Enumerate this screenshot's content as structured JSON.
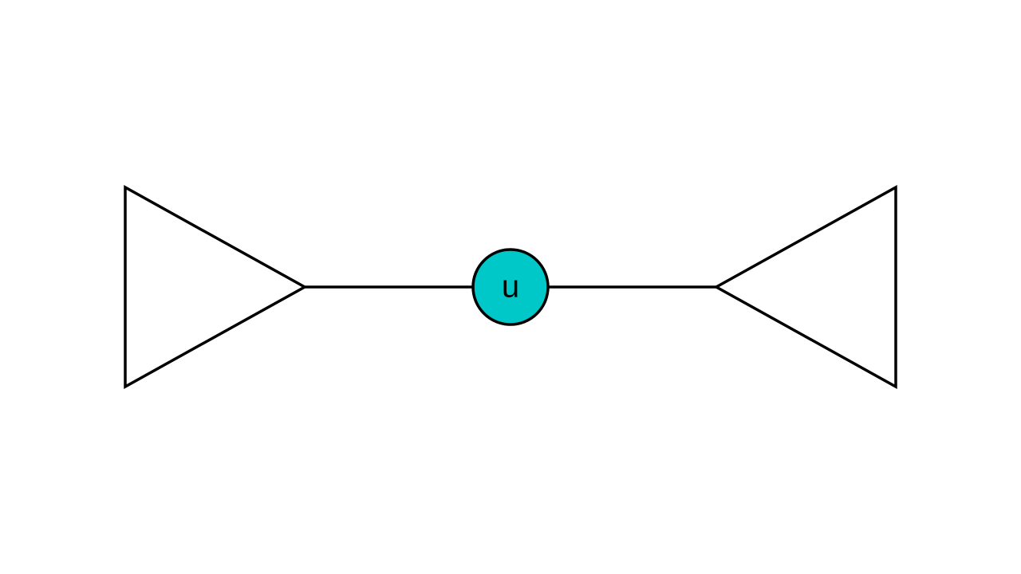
{
  "diagram": {
    "center_node": {
      "label": "u",
      "fill_color": "#00c8c8"
    },
    "stroke_color": "#000000",
    "background_color": "#ffffff",
    "left_subtree": {
      "shape": "triangle"
    },
    "right_subtree": {
      "shape": "triangle"
    }
  }
}
